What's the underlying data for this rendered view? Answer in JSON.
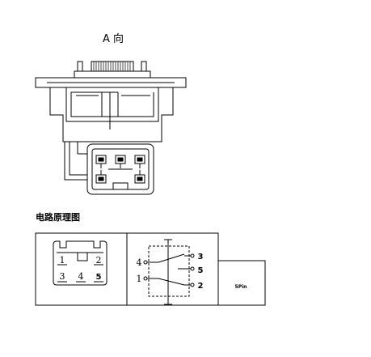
{
  "view_label": "A 向",
  "section_title": "电路原理图",
  "connector_pins": {
    "p1": "1",
    "p2": "2",
    "p3": "3",
    "p4": "4",
    "p5": "5"
  },
  "switch_pins": {
    "p1": "1",
    "p2": "2",
    "p3": "3",
    "p4": "4",
    "p5": "5"
  },
  "pin_count_label": "5Pin",
  "colors": {
    "line": "#000000",
    "background": "#ffffff"
  }
}
